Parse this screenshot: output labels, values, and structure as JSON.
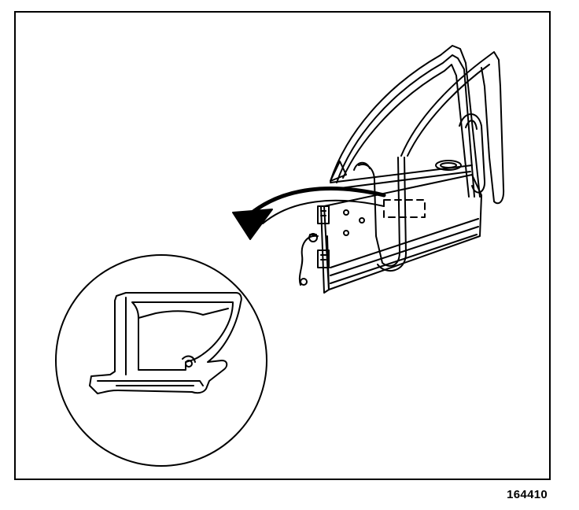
{
  "figure": {
    "number": "164410"
  },
  "colors": {
    "line": "#000000",
    "background": "#ffffff"
  },
  "illustration": {
    "subject": "door-weatherstrip",
    "callout": "weatherstrip-cross-section"
  }
}
